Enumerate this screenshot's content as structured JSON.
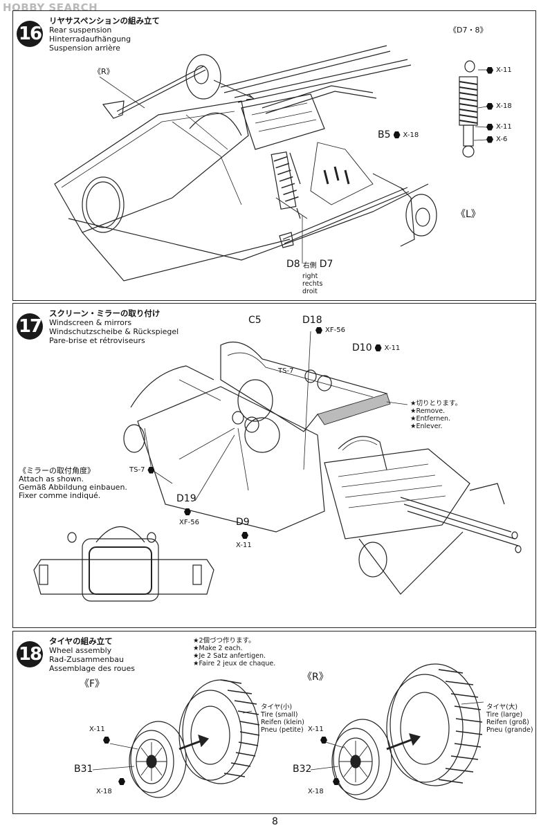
{
  "watermark": "HOBBY SEARCH",
  "page_number": "8",
  "step16": {
    "number": "16",
    "title_jp": "リヤサスペンションの組み立て",
    "title_en": "Rear suspension",
    "title_de": "Hinterradaufhängung",
    "title_fr": "Suspension arrière",
    "label_r": "《R》",
    "label_l": "《L》",
    "label_d78": "《D7・8》",
    "b5": "B5",
    "b5_screw": "X-18",
    "d8": "D8",
    "right_jp": "右側",
    "d7": "D7",
    "right_en": "right",
    "right_de": "rechts",
    "right_fr": "droit",
    "shock_screws": [
      "X-11",
      "X-18",
      "X-11",
      "X-6"
    ]
  },
  "step17": {
    "number": "17",
    "title_jp": "スクリーン・ミラーの取り付け",
    "title_en": "Windscreen & mirrors",
    "title_de": "Windschutzscheibe & Rückspiegel",
    "title_fr": "Pare-brise et rétroviseurs",
    "c5": "C5",
    "d18": "D18",
    "d18_screw": "XF-56",
    "d10": "D10",
    "d10_screw": "X-11",
    "ts7_top": "TS-7",
    "remove_jp": "★切りとります。",
    "remove_en": "★Remove.",
    "remove_de": "★Entfernen.",
    "remove_fr": "★Enlever.",
    "ts7_left": "TS-7",
    "mirror_angle_jp": "《ミラーの取付角度》",
    "attach_en": "Attach as shown.",
    "attach_de": "Gemäß Abbildung einbauen.",
    "attach_fr": "Fixer comme indiqué.",
    "d19": "D19",
    "d19_screw": "XF-56",
    "d9": "D9",
    "d9_screw": "X-11"
  },
  "step18": {
    "number": "18",
    "title_jp": "タイヤの組み立て",
    "title_en": "Wheel assembly",
    "title_de": "Rad-Zusammenbau",
    "title_fr": "Assemblage des roues",
    "make_jp": "★2個づつ作ります。",
    "make_en": "★Make 2 each.",
    "make_de": "★Je 2 Satz anfertigen.",
    "make_fr": "★Faire 2 jeux de chaque.",
    "label_f": "《F》",
    "label_r": "《R》",
    "tire_small_jp": "タイヤ(小)",
    "tire_small_en": "Tire (small)",
    "tire_small_de": "Reifen (klein)",
    "tire_small_fr": "Pneu (petite)",
    "tire_large_jp": "タイヤ(大)",
    "tire_large_en": "Tire (large)",
    "tire_large_de": "Reifen (groß)",
    "tire_large_fr": "Pneu (grande)",
    "f_top_screw": "X-11",
    "f_hub": "B31",
    "f_bottom_screw": "X-18",
    "r_top_screw": "X-11",
    "r_hub": "B32",
    "r_bottom_screw": "X-18"
  }
}
